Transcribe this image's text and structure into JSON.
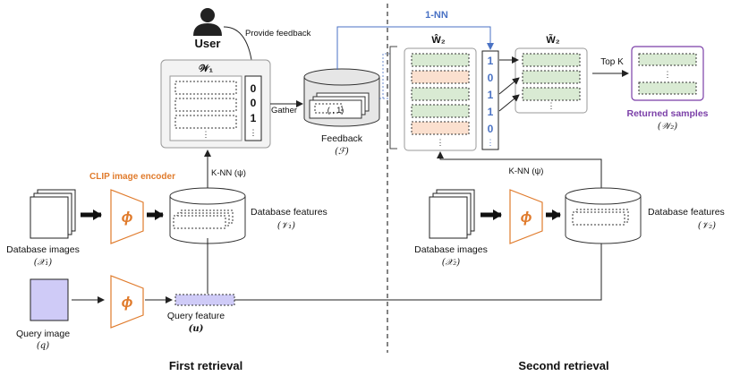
{
  "user": {
    "label": "User",
    "action": "Provide feedback"
  },
  "first": {
    "w1_label": "𝒲₁",
    "feedback_values": [
      "0",
      "0",
      "1",
      "⋮"
    ],
    "gather_label": "Gather",
    "feedback_store_item": "(           , 1)",
    "feedback_label": "Feedback",
    "feedback_symbol": "(ℱ)",
    "encoder_label": "CLIP image encoder",
    "phi": "ϕ",
    "knn_label": "K-NN (ψ)",
    "db_features_label": "Database features",
    "db_features_symbol": "(𝒱₁)",
    "db_images_label": "Database images",
    "db_images_symbol": "(𝒳₁)",
    "query_image_label": "Query image",
    "query_image_symbol": "(q)",
    "query_feature_label": "Query feature",
    "query_feature_symbol": "(u)",
    "section_label": "First retrieval"
  },
  "second": {
    "nn_label": "1-NN",
    "w2hat_label": "Ŵ₂",
    "w2tilde_label": "W̃₂",
    "pred_values": [
      "1",
      "0",
      "1",
      "1",
      "0",
      "⋮"
    ],
    "topk_label": "Top K",
    "returned_label": "Returned samples",
    "returned_symbol": "(𝒲₂)",
    "knn_label": "K-NN (ψ)",
    "db_features_label": "Database features",
    "db_features_symbol": "(𝒱₂)",
    "db_images_label": "Database images",
    "db_images_symbol": "(𝒳₂)",
    "section_label": "Second retrieval"
  },
  "colors": {
    "green": "#d9ead3",
    "peach": "#fbe0cf",
    "orange": "#e07b2c",
    "blue": "#4a72c4",
    "purple": "#7b3fa8",
    "lavender": "#cfcbf7",
    "gray_border": "#9a9a9a"
  }
}
